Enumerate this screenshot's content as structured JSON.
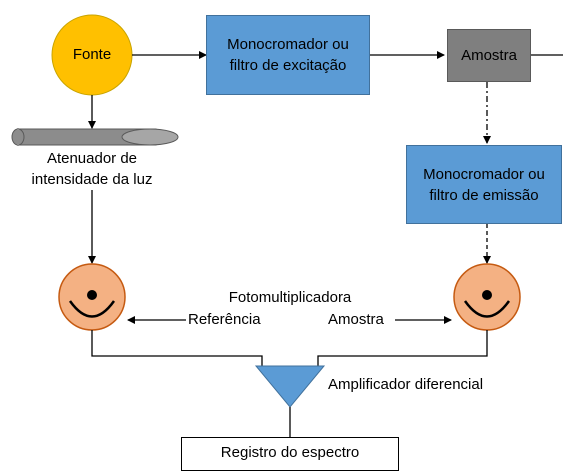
{
  "source": {
    "label": "Fonte",
    "color": "#ffc000"
  },
  "excitation": {
    "label": "Monocromador ou filtro de excitação",
    "color": "#5b9bd5"
  },
  "sample": {
    "label": "Amostra",
    "color": "#7f7f7f"
  },
  "attenuator": {
    "label": "Atenuador de intensidade da luz"
  },
  "emission": {
    "label": "Monocromador ou filtro de emissão",
    "color": "#5b9bd5"
  },
  "detectors": {
    "title": "Fotomultiplicadora",
    "reference_label": "Referência",
    "sample_label": "Amostra",
    "color": "#f4b183"
  },
  "amplifier": {
    "label": "Amplificador diferencial",
    "color": "#5b9bd5"
  },
  "recorder": {
    "label": "Registro do espectro"
  }
}
